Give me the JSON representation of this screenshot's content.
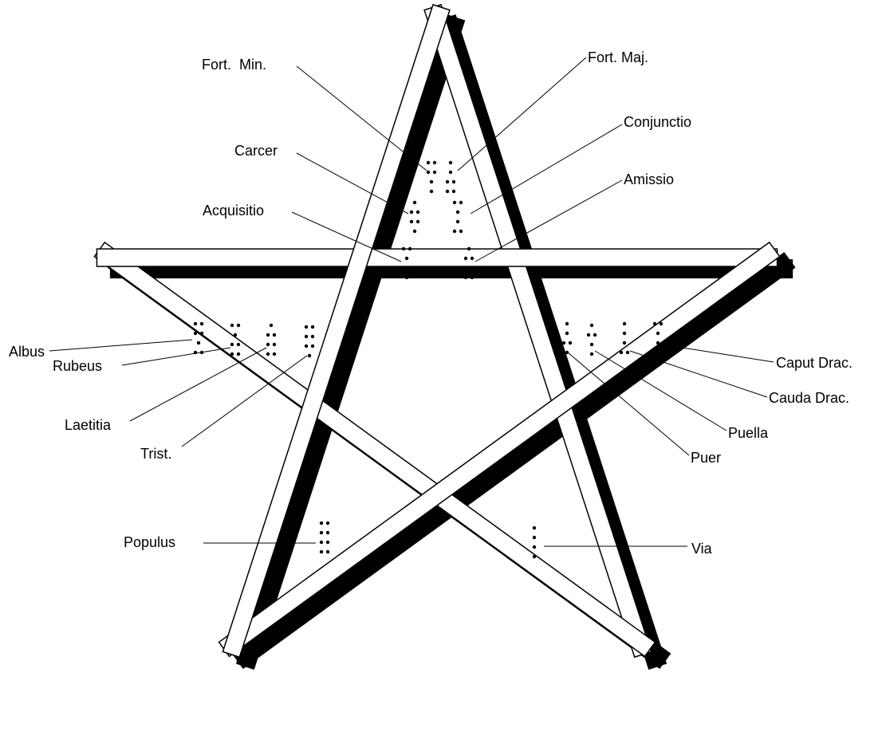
{
  "colors": {
    "background": "#ffffff",
    "ink": "#000000"
  },
  "figures": [
    {
      "id": "fortuna-minor",
      "label": "Fort.  Min."
    },
    {
      "id": "fortuna-major",
      "label": "Fort. Maj."
    },
    {
      "id": "conjunctio",
      "label": "Conjunctio"
    },
    {
      "id": "carcer",
      "label": "Carcer"
    },
    {
      "id": "amissio",
      "label": "Amissio"
    },
    {
      "id": "acquisitio",
      "label": "Acquisitio"
    },
    {
      "id": "albus",
      "label": "Albus"
    },
    {
      "id": "rubeus",
      "label": "Rubeus"
    },
    {
      "id": "laetitia",
      "label": "Laetitia"
    },
    {
      "id": "tristitia",
      "label": "Trist."
    },
    {
      "id": "caput-draconis",
      "label": "Caput Drac."
    },
    {
      "id": "cauda-draconis",
      "label": "Cauda Drac."
    },
    {
      "id": "puella",
      "label": "Puella"
    },
    {
      "id": "puer",
      "label": "Puer"
    },
    {
      "id": "populus",
      "label": "Populus"
    },
    {
      "id": "via",
      "label": "Via"
    }
  ]
}
